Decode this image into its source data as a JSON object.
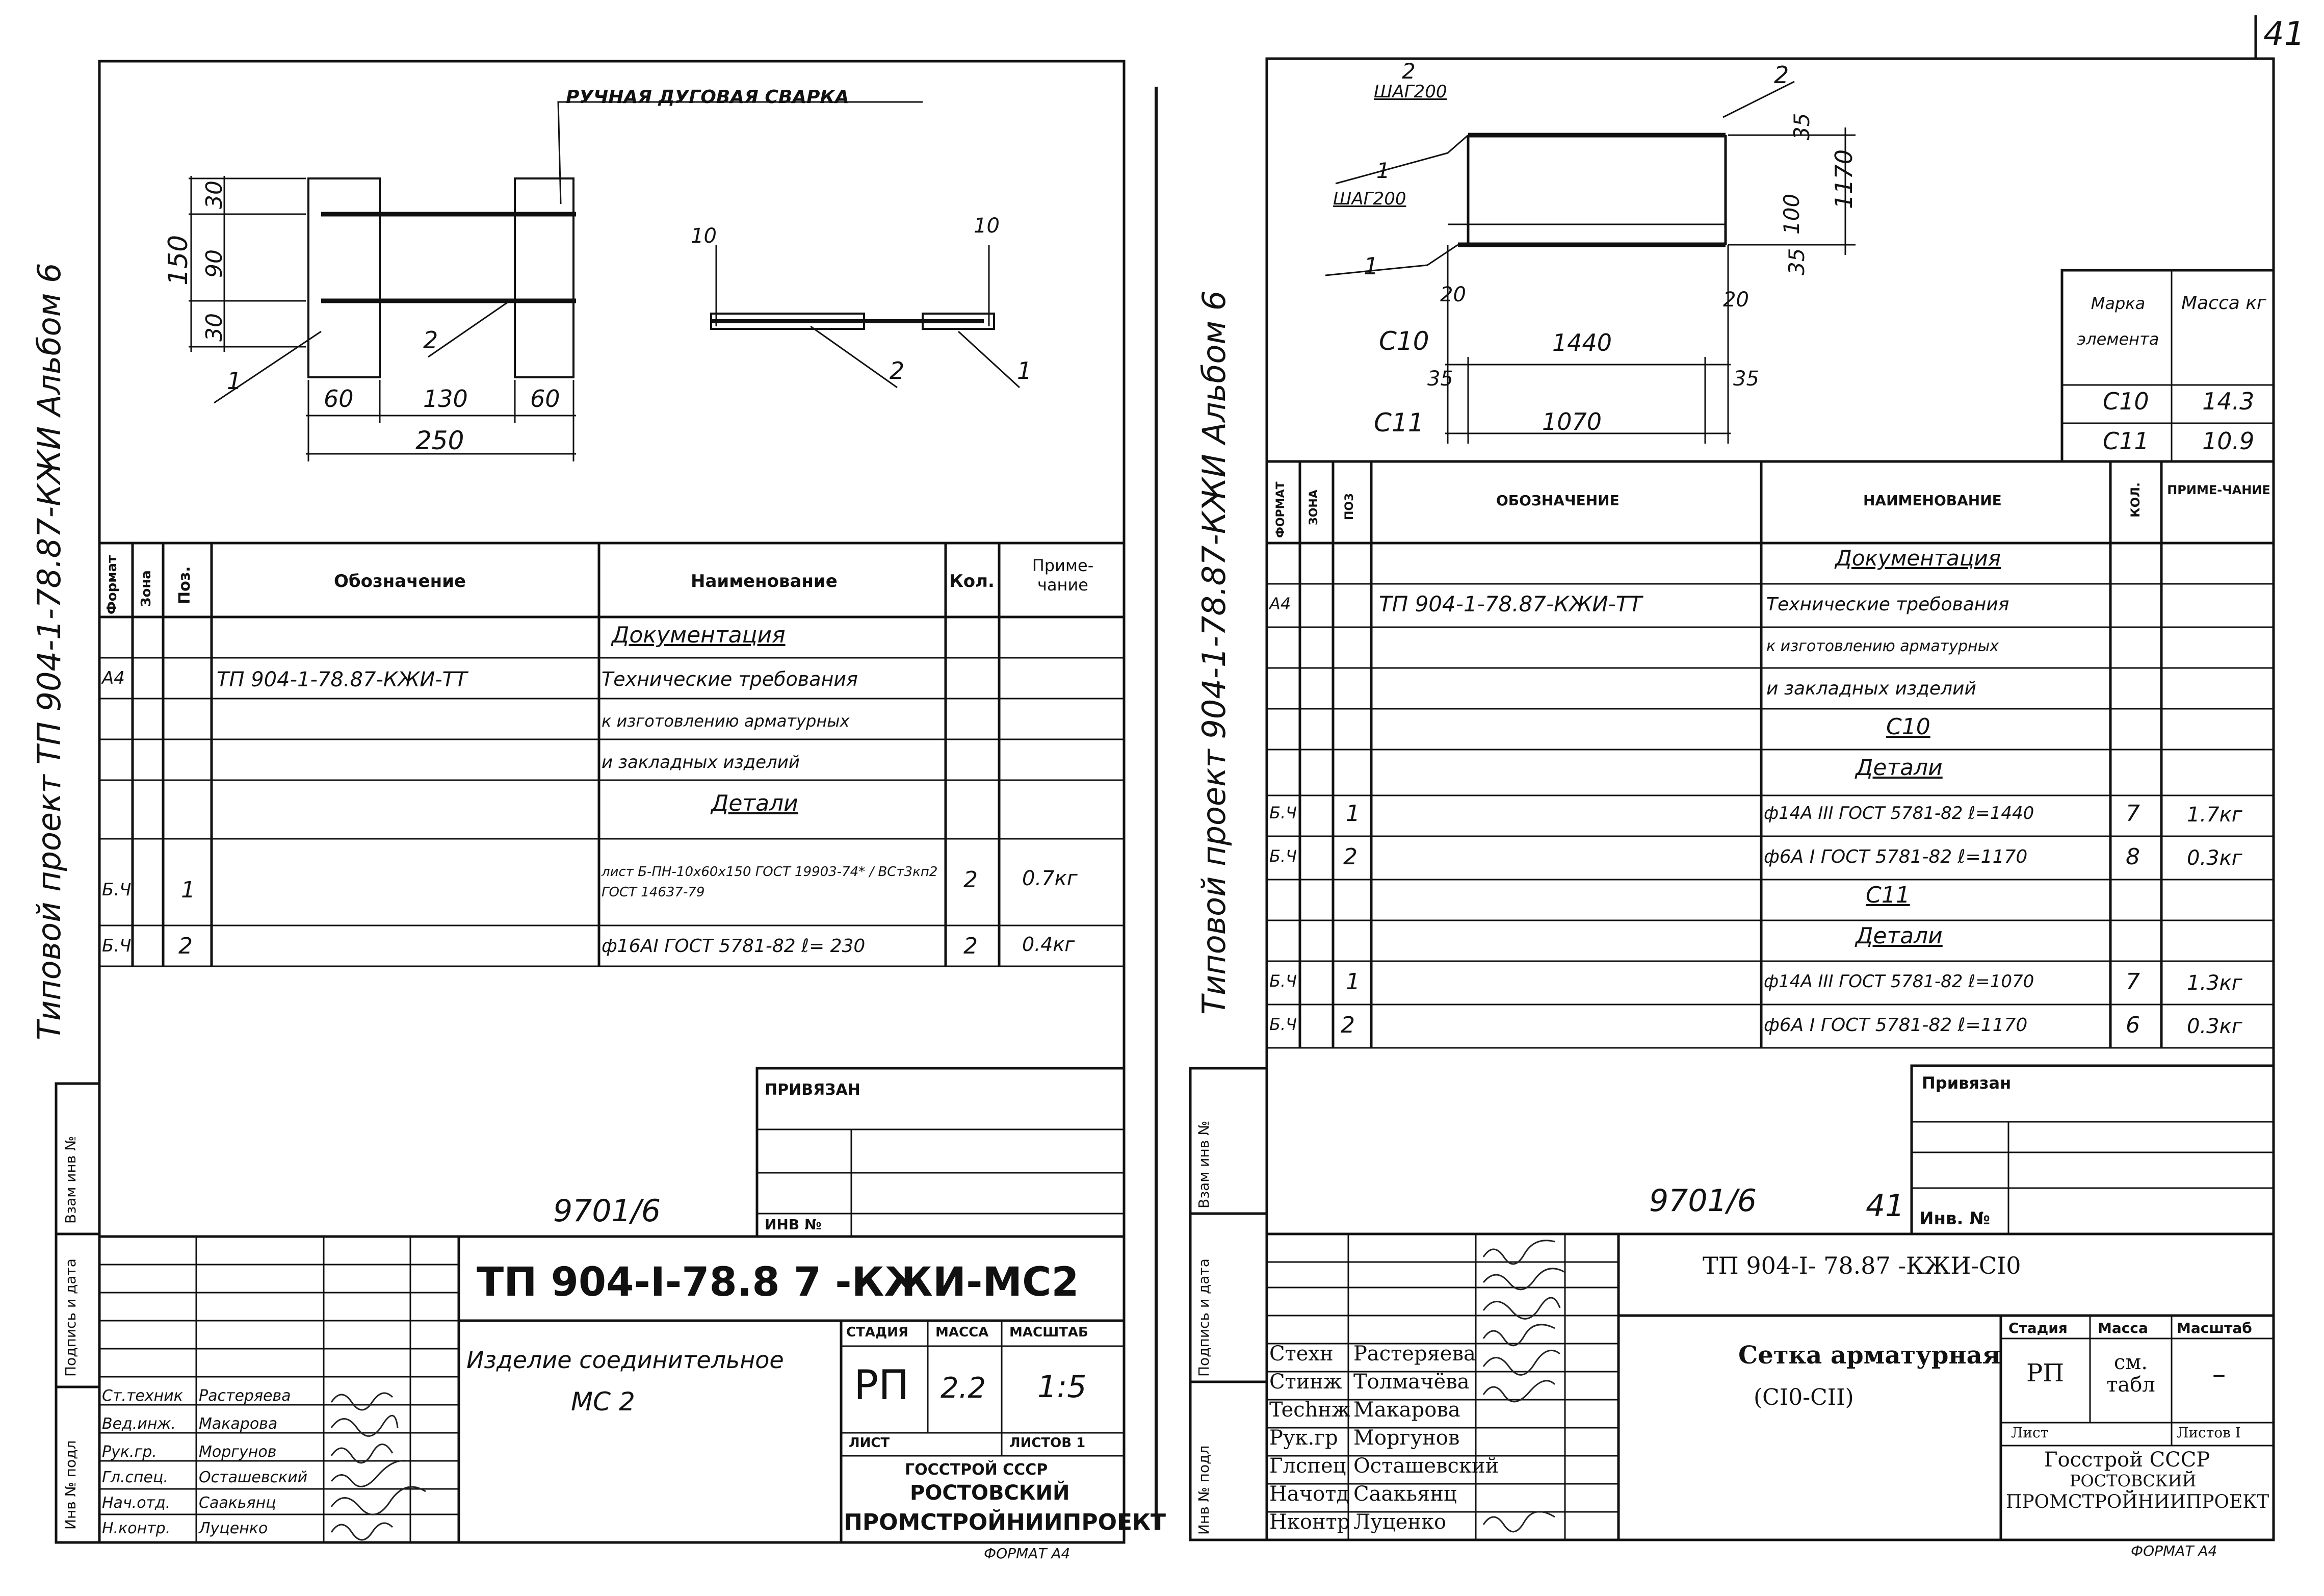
{
  "page_number": "41",
  "left_sheet": {
    "side_stamp": "Типовой проект ТП 904-1-78.87-КЖИ Альбом 6",
    "margin_labels": [
      "Взам инв №",
      "Подпись и дата",
      "Инв № подл"
    ],
    "drawing": {
      "weld_note": "РУЧНАЯ ДУГОВАЯ СВАРКА",
      "dims_vertical": [
        "150",
        "30",
        "90",
        "30"
      ],
      "dims_horizontal": [
        "60",
        "130",
        "60",
        "250"
      ],
      "callouts": [
        "1",
        "2",
        "10",
        "10",
        "2",
        "1"
      ]
    },
    "spec_table": {
      "headers": [
        "Формат",
        "Зона",
        "Поз.",
        "Обозначение",
        "Наименование",
        "Кол.",
        "Приме-чание"
      ],
      "rows": [
        {
          "format": "",
          "pos": "",
          "oboz": "",
          "name": "Документация",
          "kol": "",
          "prim": ""
        },
        {
          "format": "А4",
          "pos": "",
          "oboz": "ТП 904-1-78.87-КЖИ-ТТ",
          "name": "Технические требования",
          "kol": "",
          "prim": ""
        },
        {
          "format": "",
          "pos": "",
          "oboz": "",
          "name": "к изготовлению арматурных",
          "kol": "",
          "prim": ""
        },
        {
          "format": "",
          "pos": "",
          "oboz": "",
          "name": "и закладных изделий",
          "kol": "",
          "prim": ""
        },
        {
          "format": "",
          "pos": "",
          "oboz": "",
          "name": "Детали",
          "kol": "",
          "prim": ""
        },
        {
          "format": "Б.Ч",
          "pos": "1",
          "oboz": "",
          "name": "лист  Б-ПН-10х60х150 ГОСТ 19903-74* / ВСт3кп2 ГОСТ 14637-79",
          "kol": "2",
          "prim": "0.7кг"
        },
        {
          "format": "Б.Ч",
          "pos": "2",
          "oboz": "",
          "name": "ф16АI ГОСТ 5781-82 ℓ= 230",
          "kol": "2",
          "prim": "0.4кг"
        }
      ]
    },
    "privyazan": "ПРИВЯЗАН",
    "inv_no": "ИНВ №",
    "archive_no": "9701/6",
    "stamp": {
      "code": "ТП 904-I-78.8 7 -КЖИ-МС2",
      "title_line1": "Изделие соединительное",
      "title_line2": "МС 2",
      "stadia_label": "СТАДИЯ",
      "massa_label": "МАССА",
      "masshtab_label": "МАСШТАБ",
      "stadia": "РП",
      "massa": "2.2",
      "masshtab": "1:5",
      "list_label": "ЛИСТ",
      "listov_label": "ЛИСТОВ 1",
      "org": [
        "ГОССТРОЙ СССР",
        "РОСТОВСКИЙ",
        "ПРОМСТРОЙНИИПРОЕКТ"
      ],
      "people": [
        {
          "role": "Ст.техник",
          "name": "Растеряева"
        },
        {
          "role": "Вед.инж.",
          "name": "Макарова"
        },
        {
          "role": "Рук.гр.",
          "name": "Моргунов"
        },
        {
          "role": "Гл.спец.",
          "name": "Осташевский"
        },
        {
          "role": "Нач.отд.",
          "name": "Саакьянц"
        },
        {
          "role": "Н.контр.",
          "name": "Луценко"
        }
      ],
      "format": "ФОРМАТ А4"
    }
  },
  "right_sheet": {
    "side_stamp": "Типовой проект 904-1-78.87-КЖИ Альбом 6",
    "margin_labels": [
      "Взам инв №",
      "Подпись и дата",
      "Инв № подл"
    ],
    "drawing": {
      "labels": [
        "2",
        "ШАГ200",
        "1",
        "ШАГ200",
        "1",
        "2",
        "С10",
        "С11"
      ],
      "dims": [
        "35",
        "1170",
        "100",
        "35",
        "20",
        "20",
        "1440",
        "35",
        "35",
        "1070"
      ]
    },
    "mass_table": {
      "headers": [
        "Марка элемента",
        "Масса кг"
      ],
      "rows": [
        [
          "С10",
          "14.3"
        ],
        [
          "С11",
          "10.9"
        ]
      ]
    },
    "spec_table": {
      "headers": [
        "ФОРМАТ",
        "ЗОНА",
        "ПОЗ",
        "ОБОЗНАЧЕНИЕ",
        "НАИМЕНОВАНИЕ",
        "КОЛ.",
        "ПРИМЕ-ЧАНИЕ"
      ],
      "rows": [
        {
          "format": "",
          "pos": "",
          "oboz": "",
          "name": "Документация",
          "kol": "",
          "prim": ""
        },
        {
          "format": "А4",
          "pos": "",
          "oboz": "ТП 904-1-78.87-КЖИ-ТТ",
          "name": "Технические требования",
          "kol": "",
          "prim": ""
        },
        {
          "format": "",
          "pos": "",
          "oboz": "",
          "name": "к изготовлению арматурных",
          "kol": "",
          "prim": ""
        },
        {
          "format": "",
          "pos": "",
          "oboz": "",
          "name": "и закладных изделий",
          "kol": "",
          "prim": ""
        },
        {
          "format": "",
          "pos": "",
          "oboz": "",
          "name": "С10",
          "kol": "",
          "prim": ""
        },
        {
          "format": "",
          "pos": "",
          "oboz": "",
          "name": "Детали",
          "kol": "",
          "prim": ""
        },
        {
          "format": "Б.Ч",
          "pos": "1",
          "oboz": "",
          "name": "ф14А III ГОСТ 5781-82 ℓ=1440",
          "kol": "7",
          "prim": "1.7кг"
        },
        {
          "format": "Б.Ч",
          "pos": "2",
          "oboz": "",
          "name": "ф6А I ГОСТ 5781-82 ℓ=1170",
          "kol": "8",
          "prim": "0.3кг"
        },
        {
          "format": "",
          "pos": "",
          "oboz": "",
          "name": "С11",
          "kol": "",
          "prim": ""
        },
        {
          "format": "",
          "pos": "",
          "oboz": "",
          "name": "Детали",
          "kol": "",
          "prim": ""
        },
        {
          "format": "Б.Ч",
          "pos": "1",
          "oboz": "",
          "name": "ф14А III ГОСТ 5781-82 ℓ=1070",
          "kol": "7",
          "prim": "1.3кг"
        },
        {
          "format": "Б.Ч",
          "pos": "2",
          "oboz": "",
          "name": "ф6А I ГОСТ 5781-82 ℓ=1170",
          "kol": "6",
          "prim": "0.3кг"
        }
      ]
    },
    "privyazan": "Привязан",
    "inv_no": "Инв. №",
    "archive_no": "9701/6",
    "sheet_no": "41",
    "stamp": {
      "code": "ТП  904-I- 78.87  -КЖИ-СI0",
      "title_line1": "Сетка  арматурная",
      "title_line2": "(СI0-СII)",
      "stadia_label": "Стадия",
      "massa_label": "Масса",
      "masshtab_label": "Масштаб",
      "stadia": "РП",
      "massa": "см. табл",
      "masshtab": "–",
      "list_label": "Лист",
      "listov_label": "Листов I",
      "org": [
        "Госстрой  СССР",
        "РОСТОВСКИЙ",
        "ПРОМСТРОЙНИИПРОЕКТ"
      ],
      "people": [
        {
          "role": "Стехн",
          "name": "Растеряева"
        },
        {
          "role": "Стинж",
          "name": "Толмачёва"
        },
        {
          "role": "Techнж",
          "name": "Макарова"
        },
        {
          "role": "Рук.гр",
          "name": "Моргунов"
        },
        {
          "role": "Глспец",
          "name": "Осташевский"
        },
        {
          "role": "Начотд",
          "name": "Саакьянц"
        },
        {
          "role": "Нконтр",
          "name": "Луценко"
        }
      ],
      "format": "ФОРМАТ А4"
    }
  }
}
